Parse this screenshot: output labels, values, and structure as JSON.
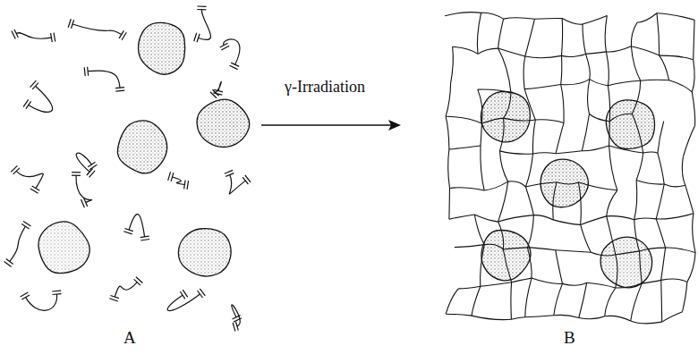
{
  "diagram": {
    "labels": [
      "γ-Irradiation",
      "A",
      "B"
    ]
  }
}
